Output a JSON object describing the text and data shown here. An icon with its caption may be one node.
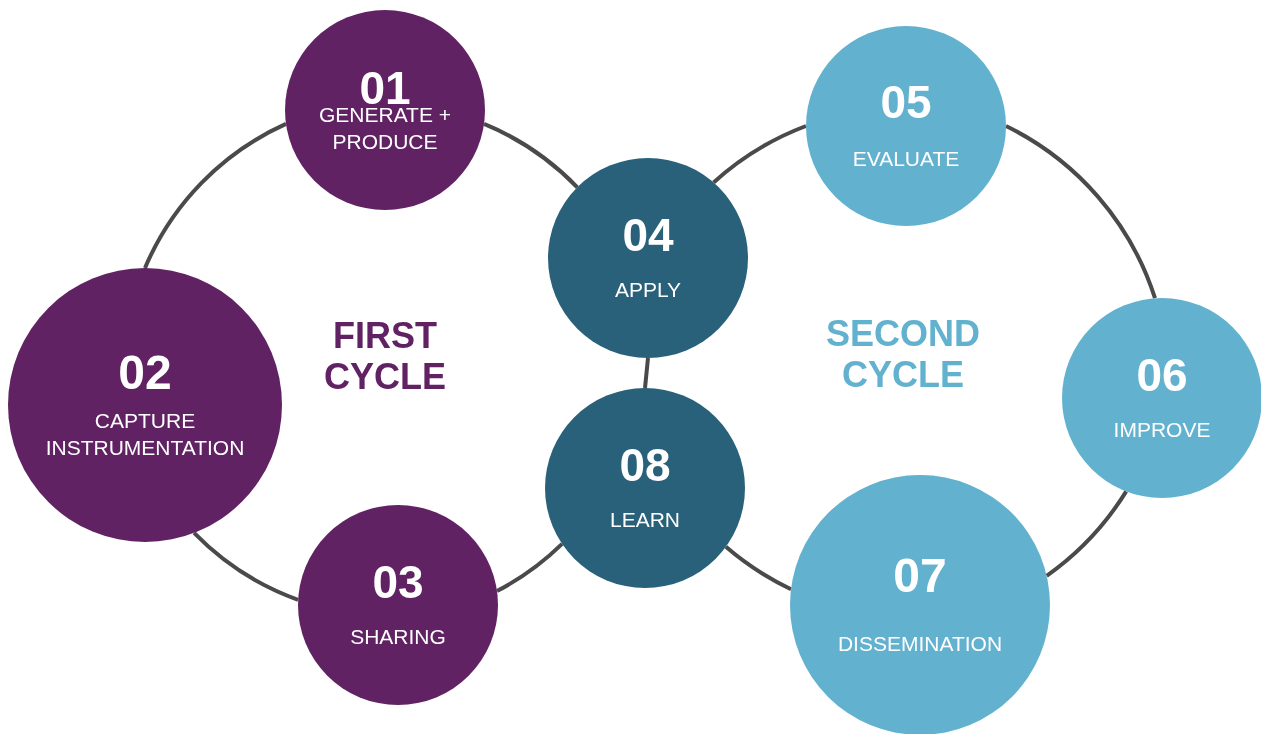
{
  "diagram": {
    "nodes": [
      {
        "text": [
          "01",
          "GENERATE + PRODUCE"
        ]
      },
      {
        "text": [
          "02",
          "CAPTURE INSTRUMENTATION"
        ]
      },
      {
        "text": [
          "03",
          "SHARING"
        ]
      },
      {
        "text": [
          "04",
          "APPLY"
        ]
      },
      {
        "text": [
          "05",
          "EVALUATE"
        ]
      },
      {
        "text": [
          "06",
          "IMPROVE"
        ]
      },
      {
        "text": [
          "07",
          "DISSEMINATION"
        ]
      },
      {
        "text": [
          "08",
          "LEARN"
        ]
      }
    ],
    "edges": [
      {
        "from": 0,
        "to": 1,
        "arrow": "none"
      },
      {
        "from": 1,
        "to": 2,
        "arrow": "none"
      },
      {
        "from": 2,
        "to": 7,
        "arrow": "none"
      },
      {
        "from": 7,
        "to": 3,
        "arrow": "none"
      },
      {
        "from": 3,
        "to": 0,
        "arrow": "none"
      },
      {
        "from": 3,
        "to": 4,
        "arrow": "none"
      },
      {
        "from": 4,
        "to": 5,
        "arrow": "none"
      },
      {
        "from": 5,
        "to": 6,
        "arrow": "none"
      },
      {
        "from": 6,
        "to": 7,
        "arrow": "none"
      }
    ],
    "labels": [
      "FIRST CYCLE",
      "SECOND CYCLE"
    ]
  }
}
